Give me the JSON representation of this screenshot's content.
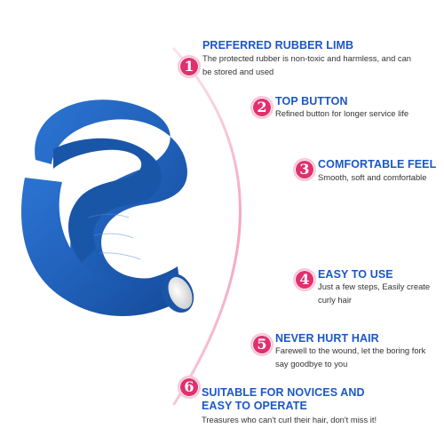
{
  "colors": {
    "accent_pink": "#e0306e",
    "arc_pink": "#f3a6c2",
    "title_blue": "#1a57c8",
    "product_blue": "#1f5fb8",
    "text_gray": "#333333"
  },
  "product": {
    "name": "blue-foam-hair-curler-rod",
    "end_cap_color": "#e9e9e9"
  },
  "features": [
    {
      "number": "1",
      "title": "PREFERRED RUBBER LIMB",
      "description": "The protected rubber is non-toxic and harmless, and can be stored and used"
    },
    {
      "number": "2",
      "title": "TOP BUTTON",
      "description": "Refined button for longer service life"
    },
    {
      "number": "3",
      "title": "COMFORTABLE FEEL",
      "description": "Smooth, soft and comfortable"
    },
    {
      "number": "4",
      "title": "EASY TO USE",
      "description": "Just a few steps, Easily create curly hair"
    },
    {
      "number": "5",
      "title": "NEVER HURT HAIR",
      "description": "Farewell to the wound, let the boring fork say goodbye to you"
    },
    {
      "number": "6",
      "title": "SUITABLE FOR NOVICES AND EASY TO OPERATE",
      "description": "Treasures who can't curl their hair, don't miss it!"
    }
  ]
}
